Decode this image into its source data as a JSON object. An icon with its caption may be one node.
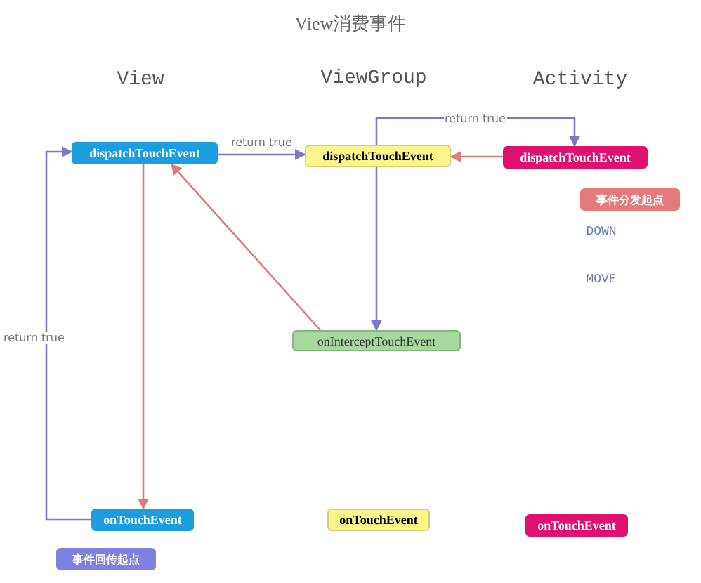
{
  "diagram": {
    "title": "View消费事件",
    "nodes": [
      {
        "text": [
          "dispatchTouchEvent"
        ]
      },
      {
        "text": [
          "dispatchTouchEvent"
        ]
      },
      {
        "text": [
          "dispatchTouchEvent"
        ]
      },
      {
        "text": [
          "事件分发起点"
        ]
      },
      {
        "text": [
          "onInterceptTouchEvent"
        ]
      },
      {
        "text": [
          "onTouchEvent"
        ]
      },
      {
        "text": [
          "onTouchEvent"
        ]
      },
      {
        "text": [
          "onTouchEvent"
        ]
      },
      {
        "text": [
          "事件回传起点"
        ]
      }
    ],
    "edges": [
      {
        "from": 0,
        "to": 1,
        "arrow": "to",
        "label": "return true"
      },
      {
        "from": 1,
        "to": 2,
        "arrow": "to",
        "label": "return true"
      },
      {
        "from": 2,
        "to": 1,
        "arrow": "to",
        "color": "#e07a7a"
      },
      {
        "from": 0,
        "to": 5,
        "arrow": "to",
        "color": "#e07a7a"
      },
      {
        "from": 1,
        "to": 4,
        "arrow": "to"
      },
      {
        "from": 4,
        "to": 0,
        "arrow": "to",
        "color": "#e07a7a"
      },
      {
        "from": 5,
        "to": 0,
        "arrow": "to",
        "label": "return true"
      }
    ],
    "labels": [
      "View",
      "ViewGroup",
      "Activity",
      "DOWN",
      "MOVE"
    ]
  }
}
